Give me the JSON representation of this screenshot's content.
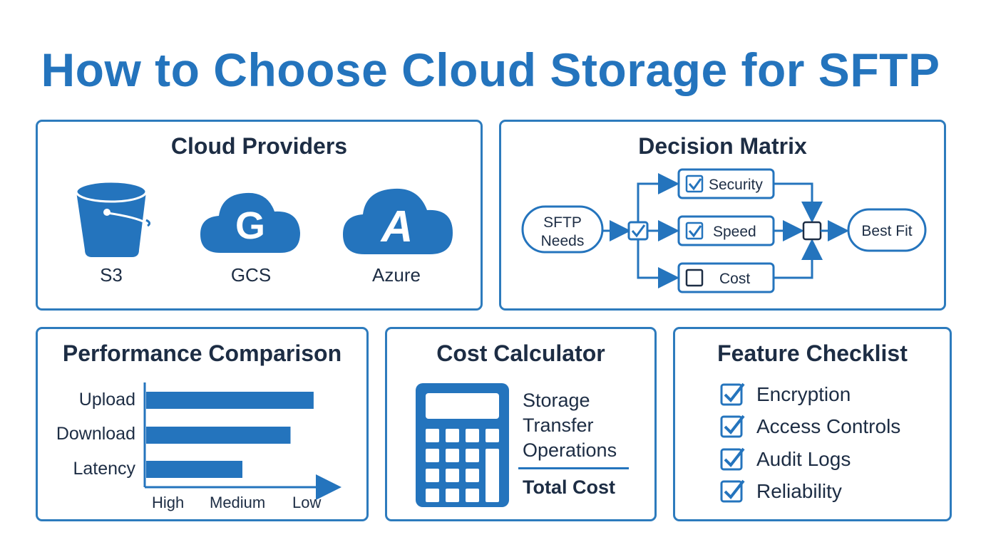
{
  "title": "How to Choose Cloud Storage for SFTP",
  "colors": {
    "accent": "#2474bd",
    "panel_border": "#2d7bbd",
    "text": "#1d2d44"
  },
  "cloud_providers": {
    "title": "Cloud Providers",
    "providers": [
      {
        "label": "S3",
        "icon": "bucket-icon"
      },
      {
        "label": "GCS",
        "icon": "gcs-cloud-icon",
        "glyph": "G"
      },
      {
        "label": "Azure",
        "icon": "azure-cloud-icon",
        "glyph": "A"
      }
    ]
  },
  "decision_matrix": {
    "title": "Decision Matrix",
    "start": [
      "SFTP",
      "Needs"
    ],
    "criteria": [
      {
        "label": "Security",
        "checked": true
      },
      {
        "label": "Speed",
        "checked": true
      },
      {
        "label": "Cost",
        "checked": false
      }
    ],
    "result": "Best Fit"
  },
  "performance": {
    "title": "Performance Comparison",
    "bars": [
      {
        "label": "Upload",
        "value": 0.87
      },
      {
        "label": "Download",
        "value": 0.75
      },
      {
        "label": "Latency",
        "value": 0.5
      }
    ],
    "ticks": [
      "High",
      "Medium",
      "Low"
    ]
  },
  "cost_calculator": {
    "title": "Cost Calculator",
    "items": [
      "Storage",
      "Transfer",
      "Operations"
    ],
    "total": "Total Cost"
  },
  "feature_checklist": {
    "title": "Feature Checklist",
    "items": [
      "Encryption",
      "Access Controls",
      "Audit Logs",
      "Reliability"
    ]
  }
}
